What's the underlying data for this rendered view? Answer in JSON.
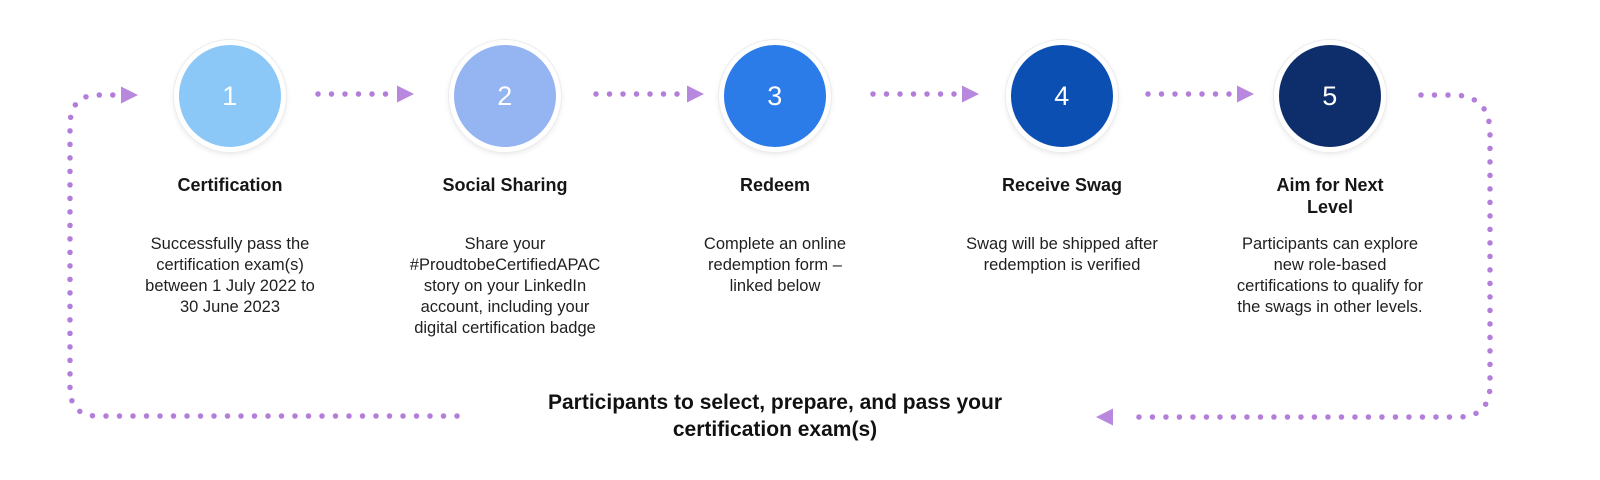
{
  "diagram": {
    "type": "process-cycle",
    "steps": [
      {
        "number": "1",
        "title": "Certification",
        "description": "Successfully pass the certification exam(s) between 1 July 2022 to 30 June 2023",
        "circle_color": "#8BC7F7"
      },
      {
        "number": "2",
        "title": "Social Sharing",
        "description": "Share your #ProudtobeCertifiedAPAC story on your LinkedIn account, including your digital certification badge",
        "circle_color": "#95B4F2"
      },
      {
        "number": "3",
        "title": "Redeem",
        "description": "Complete an online redemption form – linked below",
        "circle_color": "#2B7BE8"
      },
      {
        "number": "4",
        "title": "Receive Swag",
        "description": "Swag will be shipped after redemption is verified",
        "circle_color": "#0B4FB3"
      },
      {
        "number": "5",
        "title": "Aim for Next Level",
        "description": "Participants can explore new role-based certifications to qualify for the swags in other levels.",
        "circle_color": "#0D2E6B"
      }
    ],
    "footer_note": "Participants to select, prepare, and pass your certification exam(s)",
    "connector": {
      "dot_color": "#B27EDA",
      "arrowhead_color": "#B888DE",
      "style": "dotted-with-arrowheads, loops from step 5 back around to step 1"
    }
  }
}
